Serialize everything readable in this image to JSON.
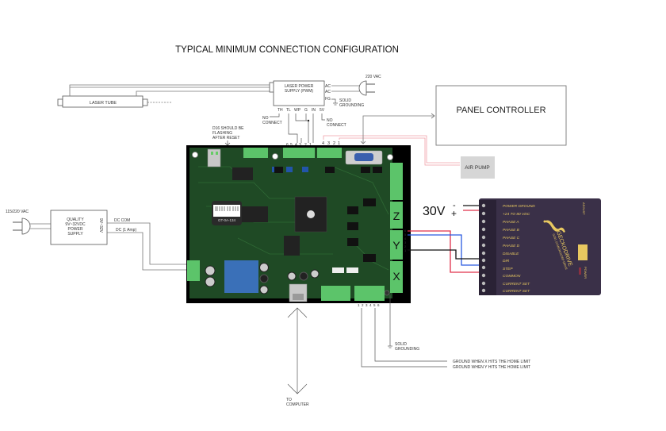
{
  "title": "TYPICAL MINIMUM CONNECTION CONFIGURATION",
  "laser_tube": {
    "label": "LASER TUBE"
  },
  "laser_power_supply": {
    "label_line1": "LASER POWER",
    "label_line2": "SUPPLY (PWM)",
    "ac_terminals": [
      "AC",
      "AC"
    ],
    "fg_terminal": "FG",
    "bottom_terminals": [
      "TH",
      "TL",
      "WP",
      "G",
      "IN",
      "5V"
    ],
    "mains_label": "220 VAC",
    "grounding_line1": "SOLID",
    "grounding_line2": "GROUNDING",
    "th_note_line1": "NO",
    "th_note_line2": "CONNECT",
    "fivev_note_line1": "NO",
    "fivev_note_line2": "CONNECT"
  },
  "panel_controller": {
    "label": "PANEL CONTROLLER"
  },
  "air_pump": {
    "label": "AIR PUMP"
  },
  "dc_supply": {
    "mains_label": "115/220 VAC",
    "label_lines": [
      "QUALITY",
      "9V~32VDC",
      "POWER",
      "SUPPLY"
    ],
    "side_label": "9V~32V",
    "out_com": "DC  COM",
    "out_pos": "DC  (1 Amp)"
  },
  "controller_board": {
    "led_note_lines": [
      "D16 SHOULD BE",
      "FLASHING",
      "AFTER RESET"
    ],
    "chip_label": "GT-0A-134",
    "top_connector_pins": [
      "6",
      "5",
      "4",
      "3",
      "2",
      "1"
    ],
    "air_connector_pins": [
      "4",
      "3",
      "2",
      "1"
    ],
    "axis_labels": [
      "Z",
      "Y",
      "X"
    ],
    "y_pins": [
      "6",
      "5",
      "4",
      "3",
      "2",
      "1"
    ],
    "limit_pins": [
      "1",
      "2",
      "3",
      "4",
      "5",
      "6"
    ]
  },
  "to_computer": {
    "line1": "TO",
    "line2": "COMPUTER"
  },
  "bottom_grounding": {
    "line1": "SOLID",
    "line2": "GROUNDING"
  },
  "limit_notes": [
    "GROUND WHEN X HITS THE HOME LIMIT",
    "GROUND WHEN Y HITS THE HOME LIMIT"
  ],
  "motor_supply": {
    "voltage": "30V",
    "minus": "-",
    "plus": "+"
  },
  "gecko_drive": {
    "brand": "GECKODRIVE",
    "model": "G201 10 MICROSTEP DRIVE",
    "terminals": [
      "POWER GROUND",
      "+24 TO 80 VDC",
      "PHASE A",
      "PHASE B",
      "PHASE C",
      "PHASE D",
      "DISABLE",
      "DIR",
      "STEP",
      "COMMON",
      "CURRENT SET",
      "CURRENT SET"
    ],
    "adjust_label": "ADJUST",
    "power_label": "POWER"
  },
  "colors": {
    "wire_red": "#e0304a",
    "wire_blue": "#2a5be0",
    "wire_black": "#111111",
    "wire_pink": "#f0a0a8",
    "board_green": "#1f4a25",
    "terminal_green": "#5cc46a",
    "gecko_purple": "#3a3048",
    "air_pump_bg": "#d6d6d6"
  }
}
